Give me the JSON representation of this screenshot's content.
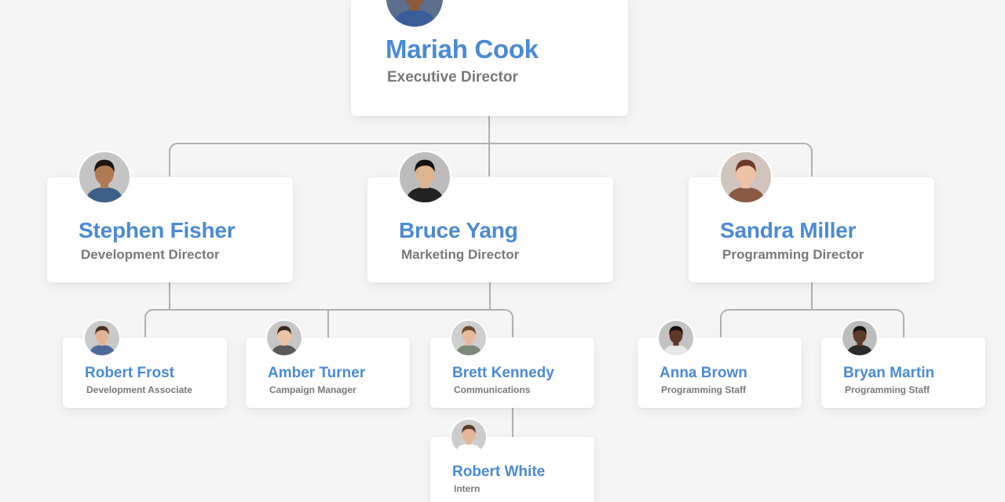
{
  "colors": {
    "name": "#4a8ad4",
    "role": "#787878",
    "connector": "#b0b0b0",
    "background": "#f5f5f5",
    "card": "#ffffff"
  },
  "people": {
    "mariah": {
      "name": "Mariah Cook",
      "role": "Executive Director",
      "avatar": "person-photo-icon",
      "bg": "#5b6e8c",
      "skin": "#8d5a3b",
      "hair": "#1c1410",
      "shirt": "#3a5d9a"
    },
    "stephen": {
      "name": "Stephen Fisher",
      "role": "Development Director",
      "avatar": "person-photo-icon",
      "bg": "#c4c4c4",
      "skin": "#b07a52",
      "hair": "#1e1510",
      "shirt": "#3c5f8a"
    },
    "bruce": {
      "name": "Bruce Yang",
      "role": "Marketing Director",
      "avatar": "person-photo-icon",
      "bg": "#bcbcbc",
      "skin": "#e0b48e",
      "hair": "#141414",
      "shirt": "#222222"
    },
    "sandra": {
      "name": "Sandra Miller",
      "role": "Programming Director",
      "avatar": "person-photo-icon",
      "bg": "#d0c4bc",
      "skin": "#efc2a6",
      "hair": "#6b3b24",
      "shirt": "#8a5a44"
    },
    "robertf": {
      "name": "Robert Frost",
      "role": "Development Associate",
      "avatar": "person-photo-icon",
      "bg": "#c9c9c9",
      "skin": "#e2b294",
      "hair": "#4a3222",
      "shirt": "#4a6a9a"
    },
    "amber": {
      "name": "Amber Turner",
      "role": "Campaign Manager",
      "avatar": "person-photo-icon",
      "bg": "#c6c6c6",
      "skin": "#edc3a6",
      "hair": "#3b2a20",
      "shirt": "#5a5a5a"
    },
    "brett": {
      "name": "Brett Kennedy",
      "role": "Communications",
      "avatar": "person-photo-icon",
      "bg": "#cfcfcf",
      "skin": "#e8b99b",
      "hair": "#6a4a32",
      "shirt": "#7a8a7a"
    },
    "anna": {
      "name": "Anna Brown",
      "role": "Programming Staff",
      "avatar": "person-photo-icon",
      "bg": "#c2c2c2",
      "skin": "#5c3826",
      "hair": "#141010",
      "shirt": "#e8e8e8"
    },
    "bryan": {
      "name": "Bryan Martin",
      "role": "Programming Staff",
      "avatar": "person-photo-icon",
      "bg": "#bdbdbd",
      "skin": "#5e3b28",
      "hair": "#161210",
      "shirt": "#2a2a2a"
    },
    "robertw": {
      "name": "Robert White",
      "role": "Intern",
      "avatar": "person-photo-icon",
      "bg": "#cccccc",
      "skin": "#e6b496",
      "hair": "#5a3d28",
      "shirt": "#ffffff"
    }
  }
}
